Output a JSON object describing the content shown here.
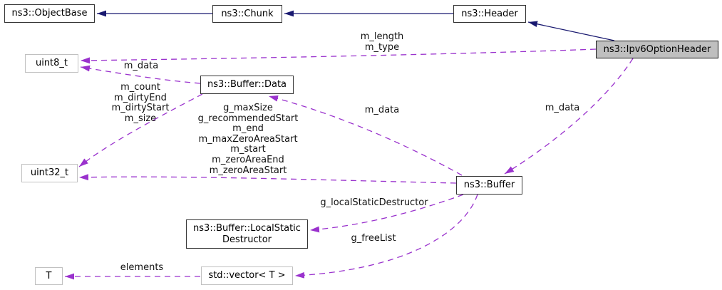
{
  "diagram": {
    "type": "doxygen-collaboration-graph",
    "focus_node": "ns3::Ipv6OptionHeader",
    "colors": {
      "inheritance_edge": "#191970",
      "usage_edge": "#9a32cd",
      "focus_node_fill": "#bfbfbf",
      "internal_node_border": "#353535",
      "external_node_border": "#c0c0c0",
      "background": "#ffffff"
    },
    "nodes": {
      "object_base": {
        "label": "ns3::ObjectBase"
      },
      "chunk": {
        "label": "ns3::Chunk"
      },
      "header": {
        "label": "ns3::Header"
      },
      "ipv6_option_header": {
        "label": "ns3::Ipv6OptionHeader"
      },
      "uint8_t": {
        "label": "uint8_t"
      },
      "buffer_data": {
        "label": "ns3::Buffer::Data"
      },
      "uint32_t": {
        "label": "uint32_t"
      },
      "buffer": {
        "label": "ns3::Buffer"
      },
      "local_static_destructor": {
        "lines": [
          "ns3::Buffer::LocalStatic",
          "Destructor"
        ]
      },
      "t": {
        "label": "T"
      },
      "std_vector": {
        "label": "std::vector< T >"
      }
    },
    "edge_labels": {
      "ipv6_to_uint8": {
        "lines": [
          "m_length",
          "m_type"
        ]
      },
      "bufferdata_to_uint8": {
        "text": "m_data"
      },
      "bufferdata_to_uint32": {
        "lines": [
          "m_count",
          "m_dirtyEnd",
          "m_dirtyStart",
          "m_size"
        ]
      },
      "buffer_to_uint32": {
        "lines": [
          "g_maxSize",
          "g_recommendedStart",
          "m_end",
          "m_maxZeroAreaStart",
          "m_start",
          "m_zeroAreaEnd",
          "m_zeroAreaStart"
        ]
      },
      "buffer_to_bufferdata": {
        "text": "m_data"
      },
      "ipv6_to_buffer": {
        "text": "m_data"
      },
      "buffer_to_localstatic": {
        "text": "g_localStaticDestructor"
      },
      "buffer_to_vector": {
        "text": "g_freeList"
      },
      "vector_to_t": {
        "text": "elements"
      }
    },
    "edges": [
      {
        "from": "ns3::Chunk",
        "to": "ns3::ObjectBase",
        "type": "inheritance"
      },
      {
        "from": "ns3::Header",
        "to": "ns3::Chunk",
        "type": "inheritance"
      },
      {
        "from": "ns3::Ipv6OptionHeader",
        "to": "ns3::Header",
        "type": "inheritance"
      },
      {
        "from": "ns3::Ipv6OptionHeader",
        "to": "uint8_t",
        "type": "usage",
        "label": "m_length m_type"
      },
      {
        "from": "ns3::Buffer::Data",
        "to": "uint8_t",
        "type": "usage",
        "label": "m_data"
      },
      {
        "from": "ns3::Buffer::Data",
        "to": "uint32_t",
        "type": "usage",
        "label": "m_count m_dirtyEnd m_dirtyStart m_size"
      },
      {
        "from": "ns3::Buffer",
        "to": "uint32_t",
        "type": "usage",
        "label": "g_maxSize g_recommendedStart m_end m_maxZeroAreaStart m_start m_zeroAreaEnd m_zeroAreaStart"
      },
      {
        "from": "ns3::Buffer",
        "to": "ns3::Buffer::Data",
        "type": "usage",
        "label": "m_data"
      },
      {
        "from": "ns3::Ipv6OptionHeader",
        "to": "ns3::Buffer",
        "type": "usage",
        "label": "m_data"
      },
      {
        "from": "ns3::Buffer",
        "to": "ns3::Buffer::LocalStaticDestructor",
        "type": "usage",
        "label": "g_localStaticDestructor"
      },
      {
        "from": "ns3::Buffer",
        "to": "std::vector< T >",
        "type": "usage",
        "label": "g_freeList"
      },
      {
        "from": "std::vector< T >",
        "to": "T",
        "type": "usage",
        "label": "elements"
      }
    ]
  }
}
